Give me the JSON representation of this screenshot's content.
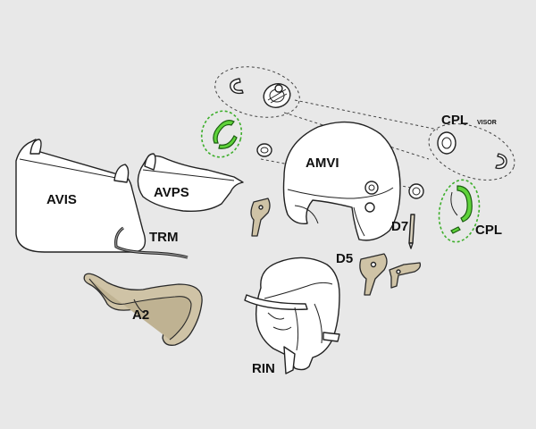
{
  "labels": {
    "avis": "AVIS",
    "avps": "AVPS",
    "trm": "TRM",
    "a2": "A2",
    "rin": "RIN",
    "amvi": "AMVI",
    "d7": "D7",
    "d5": "D5",
    "cpl_visor_main": "CPL",
    "cpl_visor_sub": "VISOR",
    "cpl": "CPL"
  },
  "colors": {
    "background": "#e8e8e8",
    "highlight_green": "#5fd33a",
    "strap_beige": "#cfc3a6"
  }
}
